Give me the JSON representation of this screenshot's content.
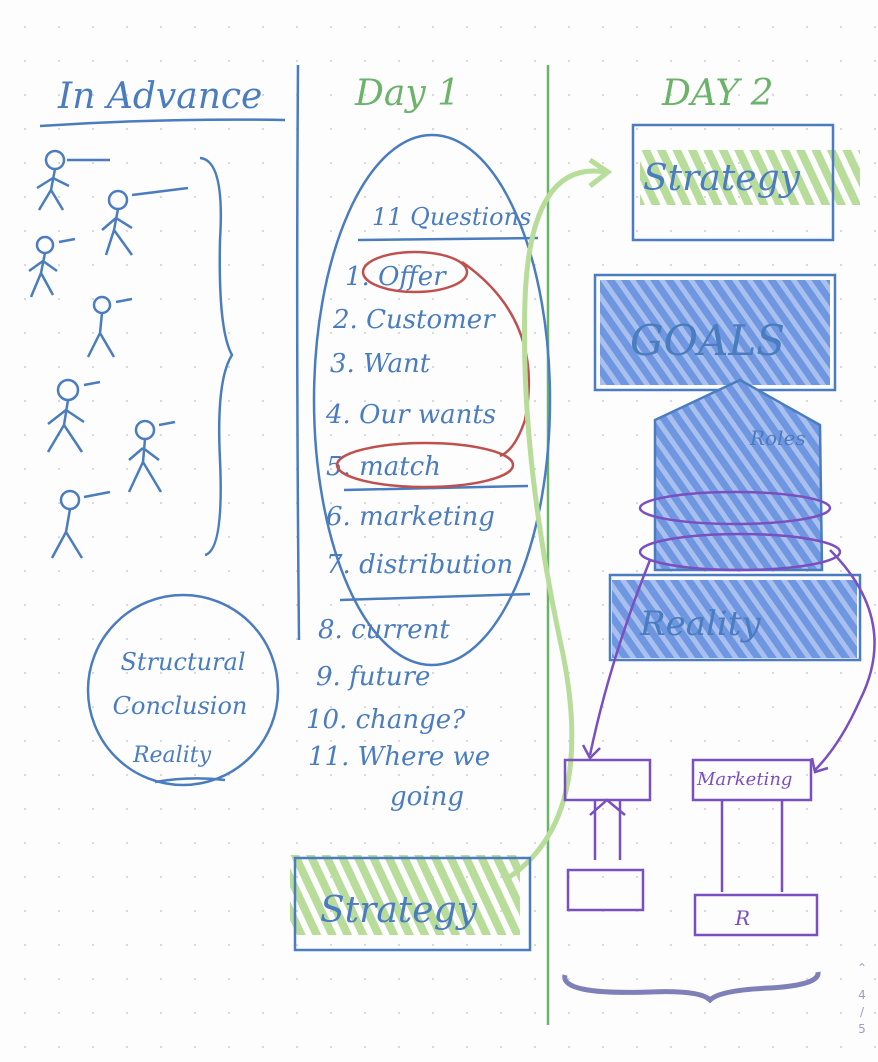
{
  "columns": {
    "in_advance": {
      "title": "In Advance",
      "circle_lines": [
        "Structural",
        "Conclusion",
        "Reality"
      ]
    },
    "day1": {
      "title": "Day 1",
      "list_title": "11 Questions",
      "items": [
        "1. Offer",
        "2. Customer",
        "3. Want",
        "4. Our wants",
        "5. match",
        "6. marketing",
        "7. distribution",
        "8. current",
        "9. future",
        "10. change?",
        "11. Where we",
        "going"
      ],
      "strategy_box": "Strategy"
    },
    "day2": {
      "title": "DAY 2",
      "strategy_box": "Strategy",
      "goals_box": "GOALS",
      "tower_label": "Roles",
      "reality_box": "Reality",
      "marketing_label": "Marketing",
      "bottom_box_label": "R"
    }
  },
  "pager": {
    "up_icon": "chevron-up-icon",
    "current": "4",
    "separator": "/",
    "total": "5"
  },
  "colors": {
    "blue": "#4a7cc0",
    "green": "#6cb36a",
    "red": "#c0504d",
    "purple": "#7a4fc0",
    "hatch_blue": "#6f96e0",
    "hatch_green": "#b8dc9a"
  }
}
